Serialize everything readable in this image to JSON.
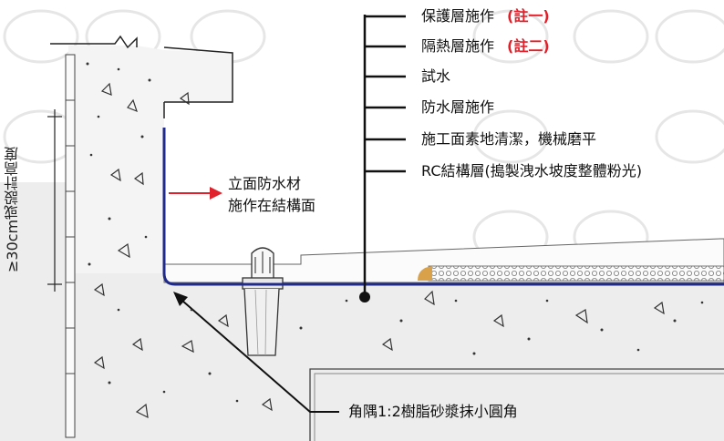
{
  "layers": [
    {
      "label": "保護層施作",
      "note": "(註一)"
    },
    {
      "label": "隔熱層施作",
      "note": "(註二)"
    },
    {
      "label": "試水",
      "note": ""
    },
    {
      "label": "防水層施作",
      "note": ""
    },
    {
      "label": "施工面素地清潔，機械磨平",
      "note": ""
    },
    {
      "label": "RC結構層(搗製洩水坡度整體粉光)",
      "note": ""
    }
  ],
  "wall_callout": {
    "line1": "立面防水材",
    "line2": "施作在結構面"
  },
  "corner_callout": "角隅1:2樹脂砂漿抹小圓角",
  "height_label": "≥30cm或設計高度",
  "colors": {
    "membrane": "#1f2a8a",
    "note": "#e0202a",
    "arrow": "#e0202a",
    "insulation": "#d9a24a"
  }
}
